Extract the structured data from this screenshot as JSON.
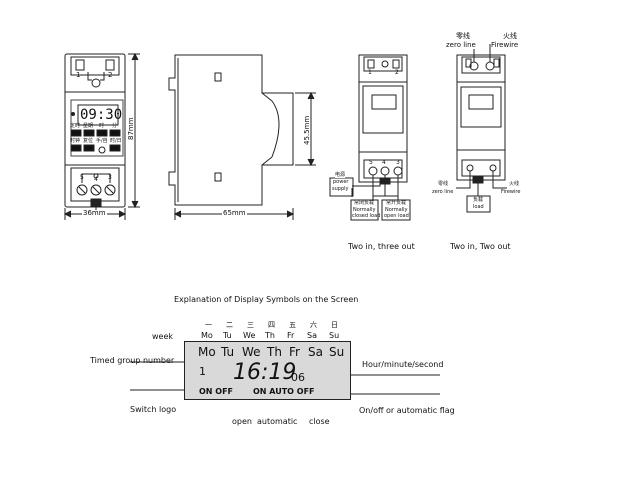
{
  "device_front": {
    "terminals_top": [
      "1",
      "2"
    ],
    "display_time": "09:30",
    "buttons_row1": [
      "定时",
      "星期",
      "时",
      "分"
    ],
    "buttons_row2": [
      "时钟",
      "复位",
      "手/自",
      "时/日"
    ],
    "terminals_bottom": [
      "5",
      "4",
      "3"
    ],
    "dim_height": "87mm",
    "dim_width": "36mm"
  },
  "device_side": {
    "dim_depth": "65mm",
    "dim_height": "45.5mm"
  },
  "diagram_three_out": {
    "terminals_top": [
      "1",
      "2"
    ],
    "terminals_bottom": [
      "5",
      "4",
      "3"
    ],
    "power_label_cn": "电源",
    "power_label_en": [
      "power",
      "supply"
    ],
    "closed_load_cn": "常闭负载",
    "closed_load_en": [
      "Normally",
      "closed load"
    ],
    "open_load_cn": "常开负载",
    "open_load_en": [
      "Normally",
      "open load"
    ],
    "caption": "Two in, three out"
  },
  "diagram_two_out": {
    "zero_line_cn": "零线",
    "zero_line_en": "zero line",
    "firewire_cn": "火线",
    "firewire_en": "Firewire",
    "zero_line_cn_bottom": "零线",
    "zero_line_en_bottom": "zero line",
    "firewire_cn_bottom": "火线",
    "firewire_en_bottom": "Firewire",
    "load_cn": "负载",
    "load_en": "load",
    "caption": "Two in, Two out"
  },
  "display_explanation": {
    "title": "Explanation of Display Symbols on the Screen",
    "week_label": "week",
    "week_cn": [
      "一",
      "二",
      "三",
      "四",
      "五",
      "六",
      "日"
    ],
    "week_abbr": [
      "Mo",
      "Tu",
      "We",
      "Th",
      "Fr",
      "Sa",
      "Su"
    ],
    "lcd_days": [
      "Mo",
      "Tu",
      "We",
      "Th",
      "Fr",
      "Sa",
      "Su"
    ],
    "lcd_group": "1",
    "lcd_time": "16:19",
    "lcd_seconds": "06",
    "lcd_on_off": "ON OFF",
    "lcd_mode": "ON AUTO OFF",
    "label_timed_group": "Timed group number",
    "label_hms": "Hour/minute/second",
    "label_switch_logo": "Switch logo",
    "label_onoff_flag": "On/off or automatic flag",
    "bottom_words": [
      "open",
      "automatic",
      "close"
    ]
  }
}
